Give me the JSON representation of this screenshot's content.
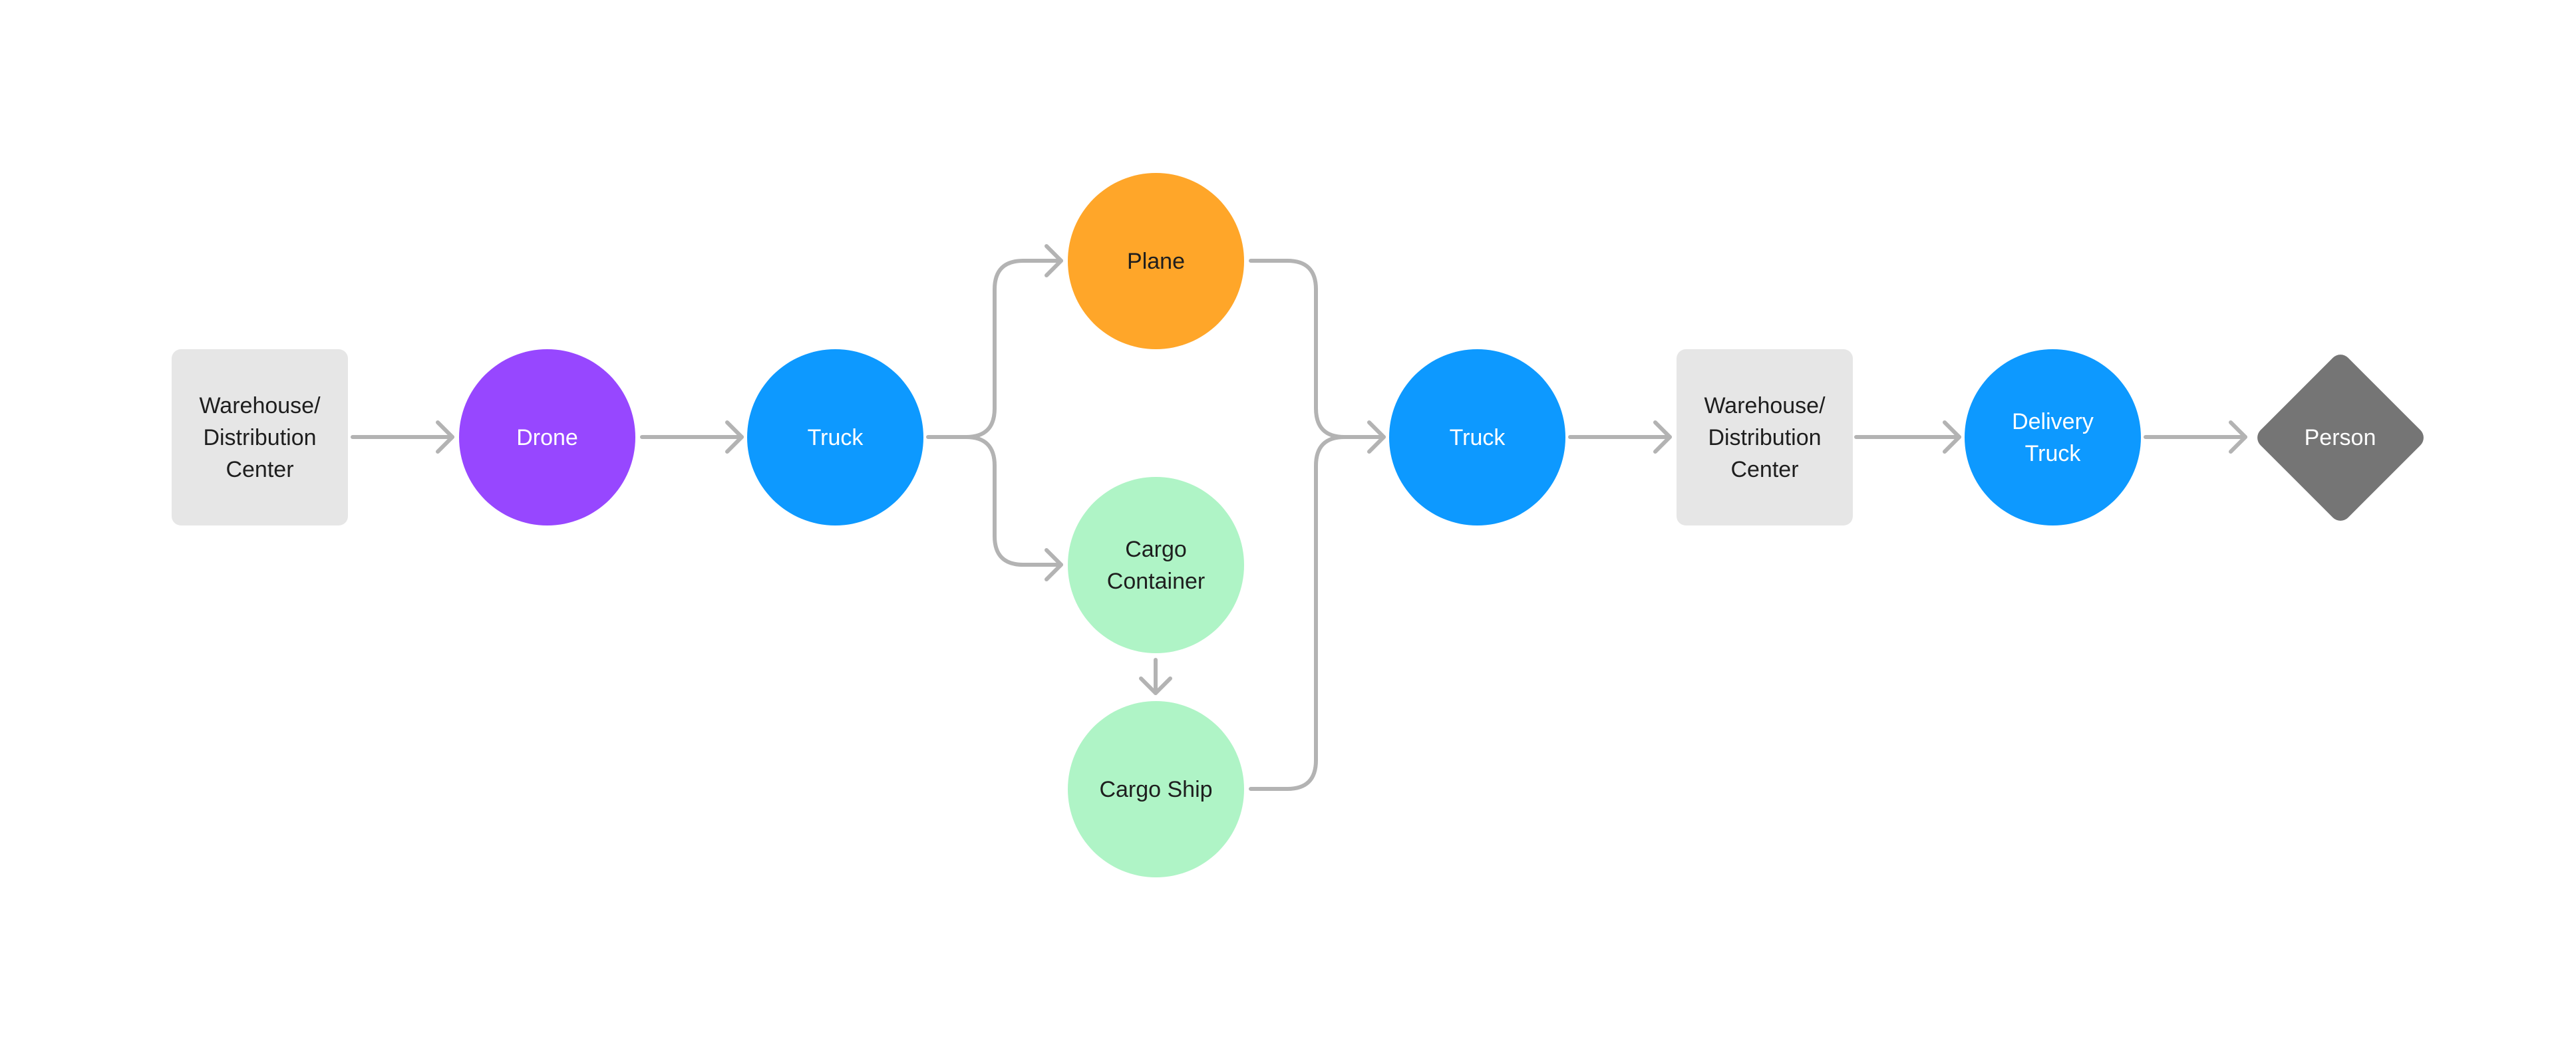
{
  "colors": {
    "drone": "#9747ff",
    "truck": "#0d99ff",
    "plane": "#ffa629",
    "cargo": "#aff4c6",
    "warehouse": "#e6e6e6",
    "person": "#757575",
    "connector": "#b3b3b3"
  },
  "nodes": {
    "warehouse_1": {
      "label": "Warehouse/\nDistribution\nCenter"
    },
    "drone": {
      "label": "Drone"
    },
    "truck_1": {
      "label": "Truck"
    },
    "plane": {
      "label": "Plane"
    },
    "cargo_container": {
      "label": "Cargo\nContainer"
    },
    "cargo_ship": {
      "label": "Cargo Ship"
    },
    "truck_2": {
      "label": "Truck"
    },
    "warehouse_2": {
      "label": "Warehouse/\nDistribution\nCenter"
    },
    "delivery_truck": {
      "label": "Delivery\nTruck"
    },
    "person": {
      "label": "Person"
    }
  }
}
